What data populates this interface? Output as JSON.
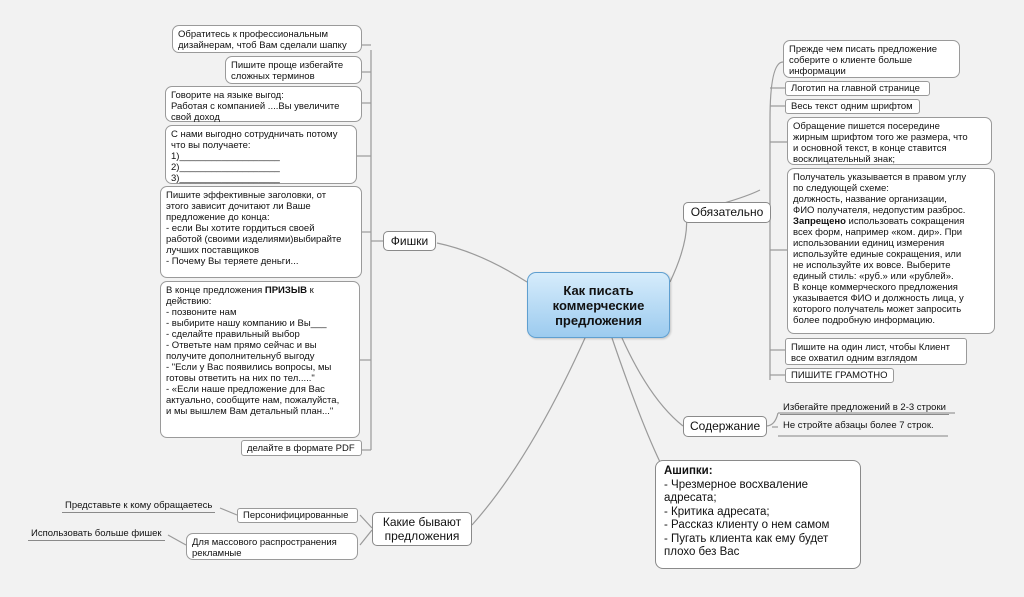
{
  "central": "Как писать\nкоммерческие\nпредложения",
  "branches": {
    "fishki": "Фишки",
    "obyazatelno": "Обязательно",
    "soderzhanie": "Содержание",
    "kakie": "Какие бывают\nпредложения"
  },
  "fishki": [
    "Обратитесь к профессиональным\nдизайнерам, чтоб Вам сделали шапку",
    "Пишите проще избегайте\nсложных терминов",
    "Говорите на языке выгод:\nРаботая с компанией ....Вы увеличите\nсвой доход",
    "С нами выгодно сотрудничать потому\nчто вы получаете:\n1)___________________\n2)___________________\n3)___________________",
    "Пишите эффективные заголовки, от\nэтого зависит дочитают ли Ваше\nпредложение до конца:\n- если Вы хотите гордиться своей\nработой (своими изделиями)выбирайте\nлучших поставщиков\n- Почему Вы теряете деньги...",
    "действию:\n- позвоните нам\n- выбирите нашу компанию и Вы___\n- сделайте правильный выбор\n- Ответьте нам прямо сейчас и вы\nполучите дополнительнуб выгоду\n - \"Если у Вас появились вопросы, мы\nготовы ответить на них по тел.....\"\n -  «Если наше предложение для Вас\nактуально, сообщите нам, пожалуйста,\nи мы вышлем Вам детальный план...\"",
    "делайте в формате PDF"
  ],
  "fishki_call": {
    "prefix": "В конце предложения ",
    "bold": "ПРИЗЫВ",
    "suffix": " к"
  },
  "obyazatelno": [
    "Прежде чем писать предложение\nсоберите о клиенте больше\nинформации",
    "Логотип на главной странице",
    "Весь текст одним шрифтом",
    " Обращение пишется посередине\nжирным шрифтом того же размера, что\nи основной текст, в конце ставится\nвосклицательный знак;",
    "Пишите на один лист, чтобы Клиент\nвсе охватил одним взглядом",
    "ПИШИТЕ ГРАМОТНО"
  ],
  "recipient": {
    "text1": "Получатель указывается в правом углу\nпо следующей схеме:\n должность, название организации,\nФИО получателя, недопустим разброс.\n",
    "bold": "Запрещено",
    "text2": " использовать сокращения\nвсех форм, например «ком. дир». При\nиспользовании единиц измерения\nиспользуйте единые сокращения, или\nне используйте их вовсе. Выберите\nединый стиль: «руб.» или «рублей».\nВ конце коммерческого предложения\nуказывается ФИО и должность лица, у\nкоторого получатель может запросить\nболее подробную информацию."
  },
  "soderzhanie": [
    "Избегайте предложений в 2-3 строки",
    "Не стройте абзацы более 7 строк."
  ],
  "errors": {
    "title": "Ашипки:",
    "items": [
      "- Чрезмерное восхваление",
      "адресата;",
      "- Критика адресата;",
      "- Рассказ клиенту о нем самом",
      "- Пугать клиента как ему будет",
      "плохо без Вас"
    ]
  },
  "kakie": {
    "personal": "Персонифицированные",
    "personal_note": "Представьте к кому обращаетесь",
    "mass": "Для массового распространения\nрекламные",
    "mass_note": "Использовать больше фишек"
  }
}
